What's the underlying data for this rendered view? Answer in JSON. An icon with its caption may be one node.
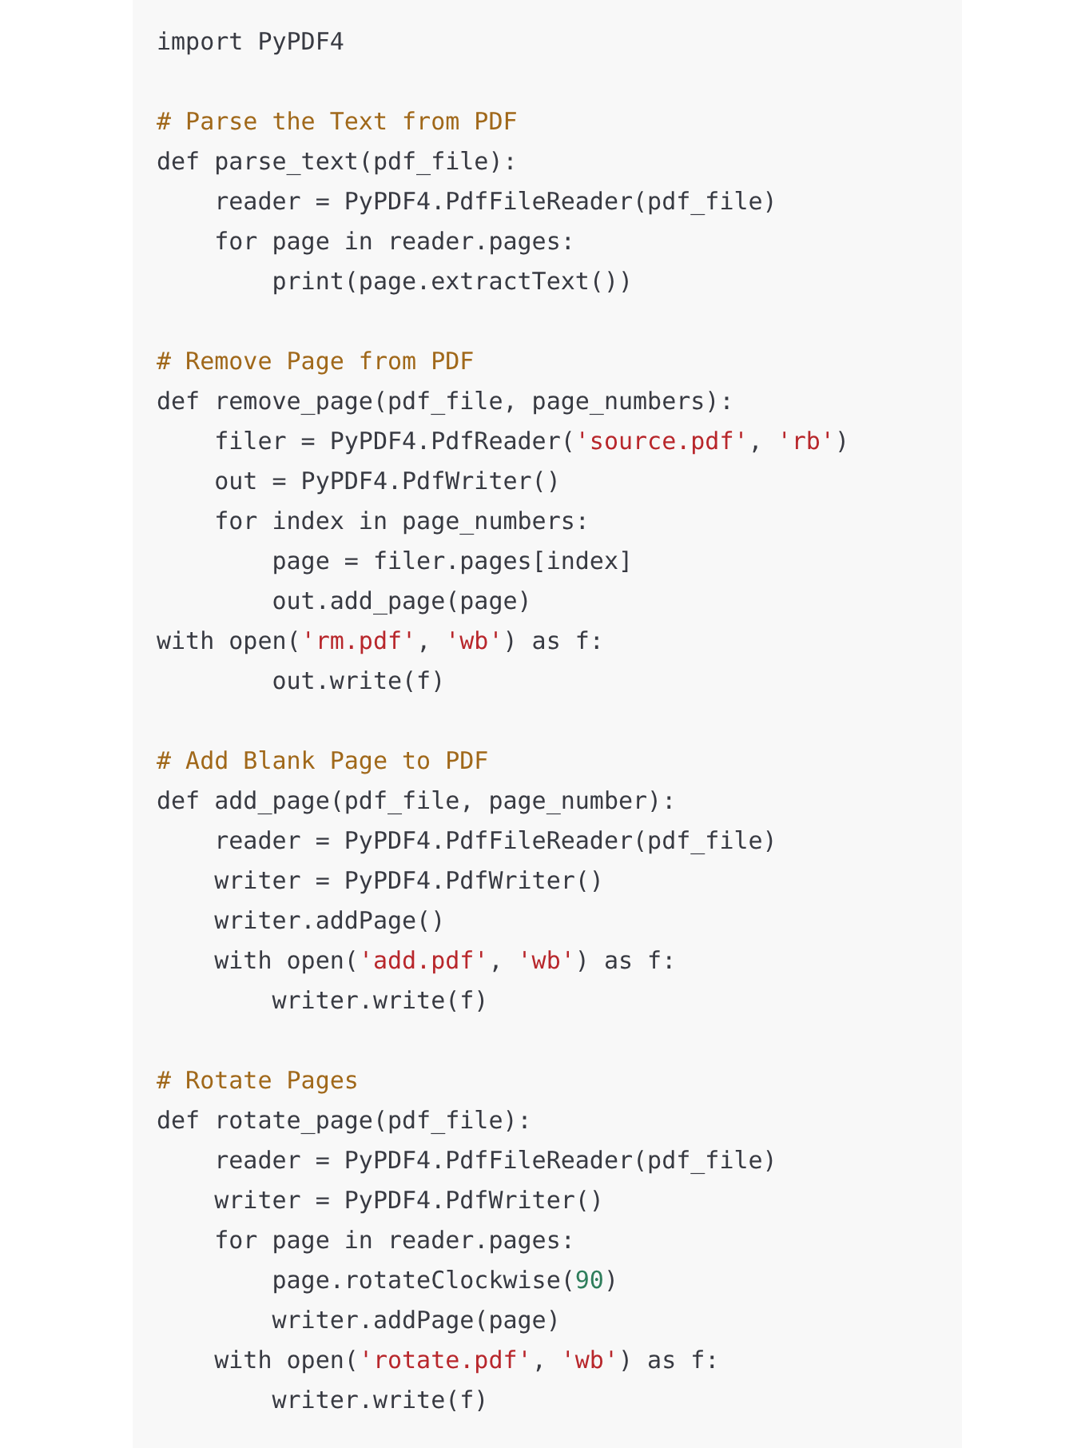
{
  "diagram": {
    "labels": [
      "import PyPDF4",
      "# Parse the Text from PDF",
      "def parse_text(pdf_file):",
      "    reader = PyPDF4.PdfFileReader(pdf_file)",
      "    for page in reader.pages:",
      "        print(page.extractText())",
      "# Remove Page from PDF",
      "def remove_page(pdf_file, page_numbers):",
      "    filer = PyPDF4.PdfReader('source.pdf', 'rb')",
      "    out = PyPDF4.PdfWriter()",
      "    for index in page_numbers:",
      "        page = filer.pages[index]",
      "        out.add_page(page)",
      "with open('rm.pdf', 'wb') as f:",
      "        out.write(f)",
      "# Add Blank Page to PDF",
      "def add_page(pdf_file, page_number):",
      "    reader = PyPDF4.PdfFileReader(pdf_file)",
      "    writer = PyPDF4.PdfWriter()",
      "    writer.addPage()",
      "    with open('add.pdf', 'wb') as f:",
      "        writer.write(f)",
      "# Rotate Pages",
      "def rotate_page(pdf_file):",
      "    reader = PyPDF4.PdfFileReader(pdf_file)",
      "    writer = PyPDF4.PdfWriter()",
      "    for page in reader.pages:",
      "        page.rotateClockwise(90)",
      "        writer.addPage(page)",
      "    with open('rotate.pdf', 'wb') as f:",
      "        writer.write(f)"
    ]
  }
}
